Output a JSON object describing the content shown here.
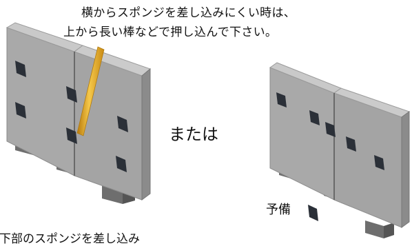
{
  "labels": {
    "instruction_line1": "横からスポンジを差し込みにくい時は、",
    "instruction_line2": "上から長い棒などで押し込んで下さい。",
    "or": "または",
    "spare": "予備",
    "bottom_caption": "下部のスポンジを差し込み"
  },
  "colors": {
    "panel_front": "#a8a8a8",
    "panel_side": "#8a8a8a",
    "panel_top": "#c8c8c8",
    "sponge": "#2b3038",
    "rod": "#e0a020",
    "background": "#ffffff"
  }
}
